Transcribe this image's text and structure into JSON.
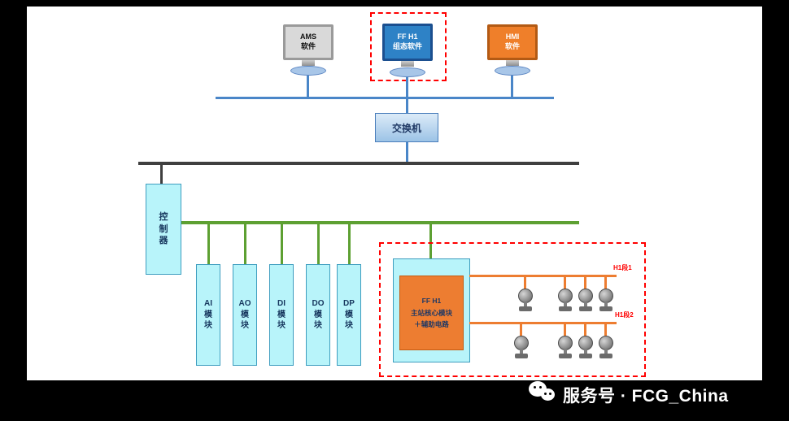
{
  "workstations": [
    {
      "label": "AMS\n软件"
    },
    {
      "label": "FF H1\n组态软件"
    },
    {
      "label": "HMI\n软件"
    }
  ],
  "switch": {
    "label": "交换机"
  },
  "controller": {
    "label": "控\n制\n器"
  },
  "io_modules": [
    {
      "label": "AI\n模\n块"
    },
    {
      "label": "AO\n模\n块"
    },
    {
      "label": "DI\n模\n块"
    },
    {
      "label": "DO\n模\n块"
    },
    {
      "label": "DP\n模\n块"
    }
  ],
  "h1_master": {
    "label": "FF H1\n主站核心模块\n＋辅助电路"
  },
  "h1_segments": [
    {
      "label": "H1段1"
    },
    {
      "label": "H1段2"
    }
  ],
  "footer": {
    "text": "服务号 · FCG_China"
  },
  "colors": {
    "ethernet_bus": "#4a86c8",
    "control_network": "#3f3f3f",
    "io_bus": "#5da032",
    "h1_segment": "#ed7d31",
    "module_fill": "#b8f4fa",
    "highlight_red": "#ff0000",
    "hmi_accent": "#ef7f2a",
    "ffh1_accent": "#2e82c6"
  }
}
